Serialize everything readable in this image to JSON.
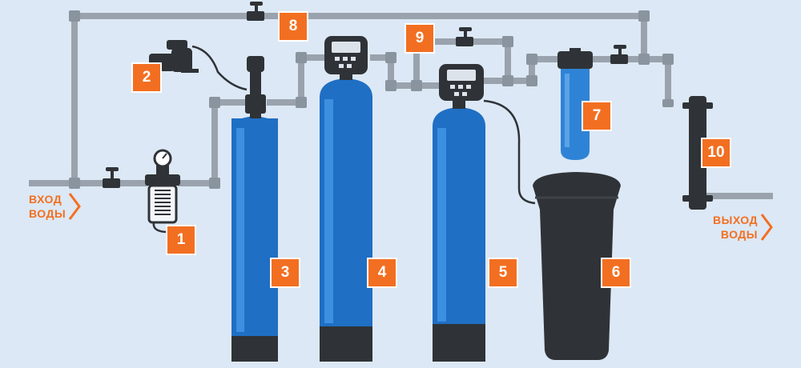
{
  "colors": {
    "background": "#dce8f5",
    "pipe": "#9aa3ad",
    "pipe_edge": "#7d8791",
    "tank_blue": "#1f6fc4",
    "tank_highlight": "#3d8fe0",
    "dark": "#2f3337",
    "badge": "#f26f21",
    "filter_blue": "#2f83d6"
  },
  "labels": {
    "inlet": [
      "ВХОД",
      "ВОДЫ"
    ],
    "outlet": [
      "ВЫХОД",
      "ВОДЫ"
    ]
  },
  "components": [
    {
      "key": "prefilter",
      "number": "1"
    },
    {
      "key": "pump",
      "number": "2"
    },
    {
      "key": "tank_aeration",
      "number": "3"
    },
    {
      "key": "tank_iron",
      "number": "4"
    },
    {
      "key": "tank_softener",
      "number": "5"
    },
    {
      "key": "brine_tank",
      "number": "6"
    },
    {
      "key": "cartridge_filter",
      "number": "7"
    },
    {
      "key": "bypass_main",
      "number": "8"
    },
    {
      "key": "bypass_softener",
      "number": "9"
    },
    {
      "key": "uv_lamp",
      "number": "10"
    }
  ]
}
